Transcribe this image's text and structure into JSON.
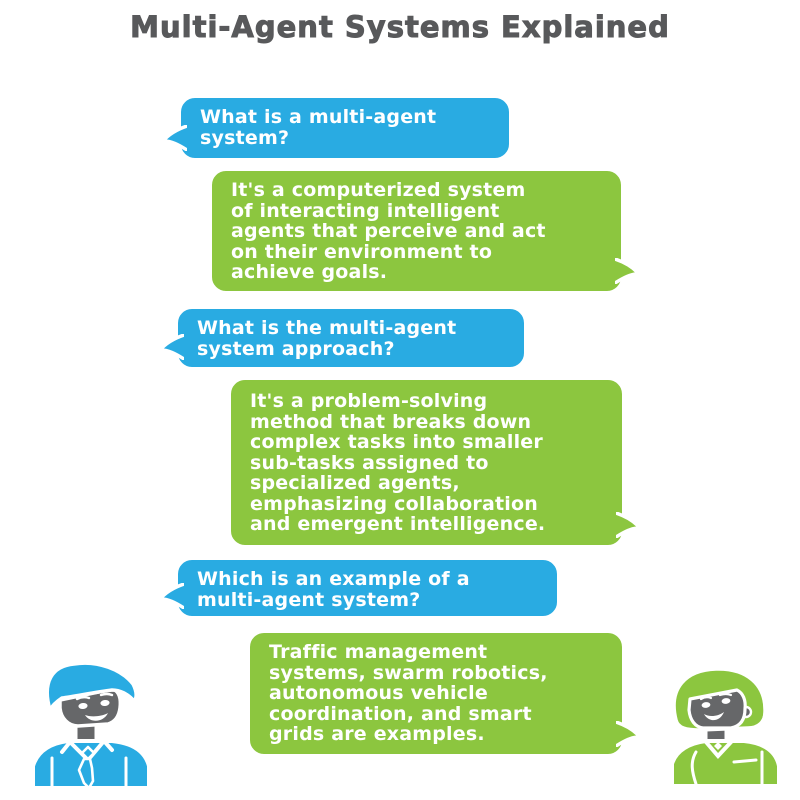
{
  "title": "Multi-Agent Systems Explained",
  "conversation": [
    {
      "role": "question",
      "speaker": "man",
      "text": "What is a multi-agent\nsystem?"
    },
    {
      "role": "answer",
      "speaker": "woman",
      "text": "It's a computerized system\nof interacting intelligent\nagents that perceive and act\non their environment to\nachieve goals."
    },
    {
      "role": "question",
      "speaker": "man",
      "text": "What is the multi-agent\nsystem approach?"
    },
    {
      "role": "answer",
      "speaker": "woman",
      "text": "It's a problem-solving\nmethod that breaks down\ncomplex tasks into smaller\nsub-tasks assigned to\nspecialized agents,\nemphasizing collaboration\nand emergent intelligence."
    },
    {
      "role": "question",
      "speaker": "man",
      "text": "Which is an example of a\nmulti-agent system?"
    },
    {
      "role": "answer",
      "speaker": "woman",
      "text": "Traffic management\nsystems, swarm robotics,\nautonomous vehicle\ncoordination, and smart\ngrids are examples."
    }
  ],
  "avatars": {
    "left": "man-questioner-icon",
    "right": "woman-answerer-icon"
  },
  "colors": {
    "question_bubble": "#29ABE2",
    "answer_bubble": "#8CC63F",
    "bubble_text": "#FFFFFF",
    "title_text": "#58595B",
    "avatar_face": "#666769",
    "outline": "#FFFFFF"
  }
}
